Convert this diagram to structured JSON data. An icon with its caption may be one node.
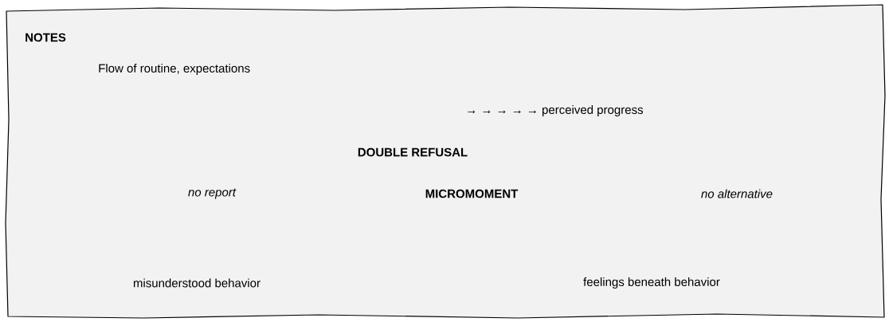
{
  "diagram": {
    "nodes": [
      {
        "text": [
          "NOTES",
          "Flow of routine, expectations",
          "→ → → → → perceived progress",
          "DOUBLE REFUSAL",
          "no report",
          "MICROMOMENT",
          "no alternative",
          "misunderstood behavior",
          "feelings beneath behavior"
        ]
      }
    ]
  }
}
